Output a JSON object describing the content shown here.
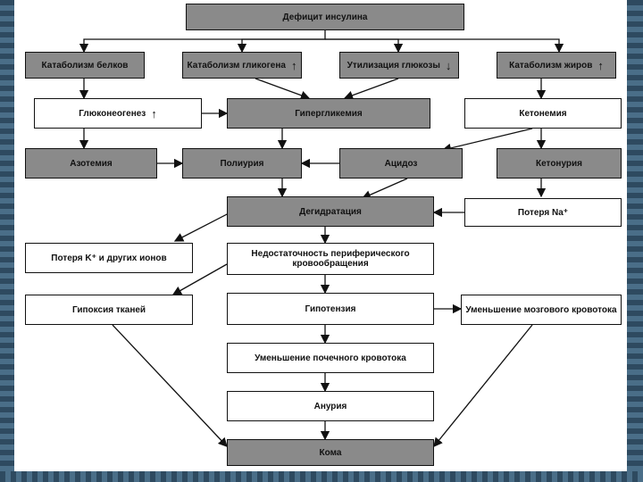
{
  "nodes": {
    "deficit": "Дефицит инсулина",
    "cat_proteins": "Катаболизм белков",
    "cat_glycogen": "Катаболизм гликогена",
    "glucose_use": "Утилизация глюкозы",
    "cat_fats": "Катаболизм жиров",
    "gluconeogenesis": "Глюконеогенез",
    "hyperglycemia": "Гипергликемия",
    "ketonemia": "Кетонемия",
    "azotemia": "Азотемия",
    "polyuria": "Полиурия",
    "acidosis": "Ацидоз",
    "ketonuria": "Кетонурия",
    "dehydration": "Дегидратация",
    "na_loss": "Потеря Na⁺",
    "k_loss": "Потеря K⁺ и других ионов",
    "periph_insuff": "Недостаточность периферического кровообращения",
    "hypoxia": "Гипоксия тканей",
    "hypotension": "Гипотензия",
    "brain_flow": "Уменьшение мозгового кровотока",
    "renal_flow": "Уменьшение почечного кровотока",
    "anuria": "Анурия",
    "coma": "Кома"
  },
  "arrows": {
    "up": "↑",
    "down": "↓"
  }
}
